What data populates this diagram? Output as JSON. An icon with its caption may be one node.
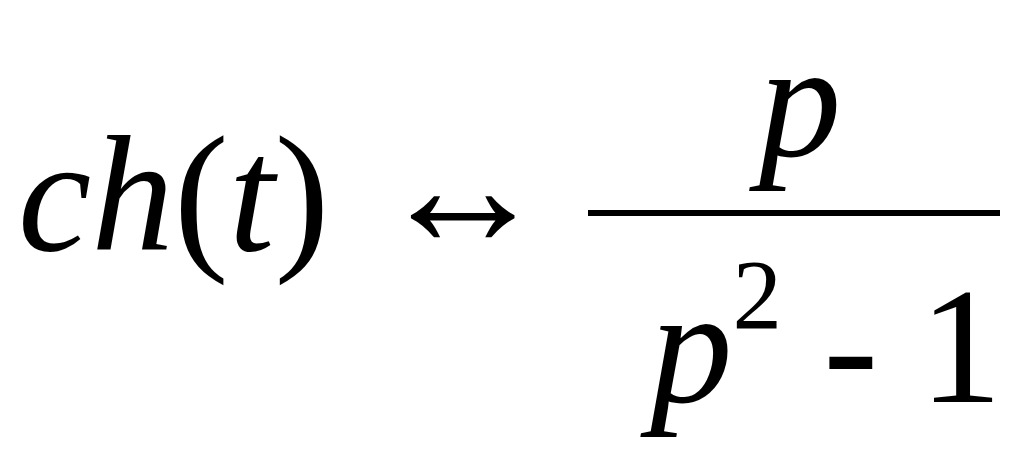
{
  "diagram": {
    "labels": [
      "*ch*(*t*)",
      "↔",
      "p",
      "*p*$^{2}$ - 1"
    ]
  }
}
